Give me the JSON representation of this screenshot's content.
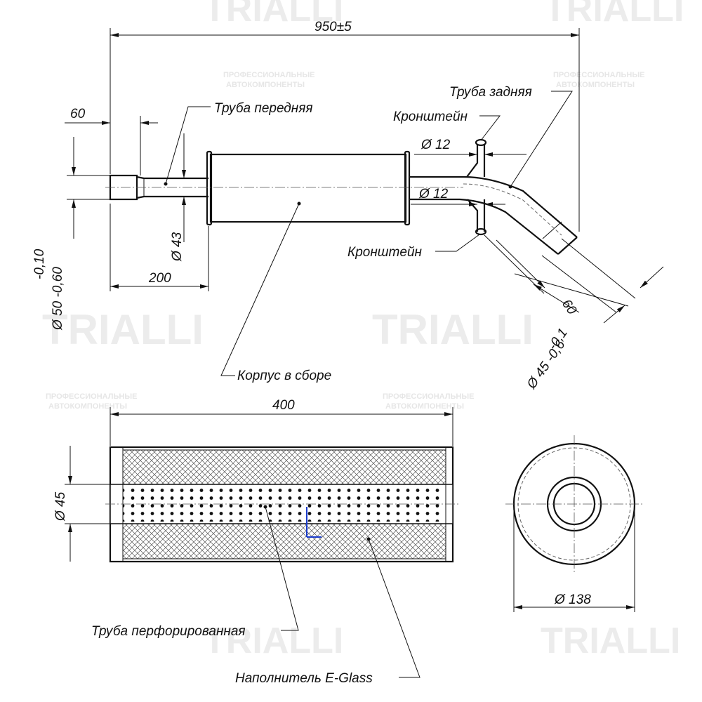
{
  "watermark": {
    "brand": "TRIALLI",
    "tagline_line1": "ПРОФЕССИОНАЛЬНЫЕ",
    "tagline_line2": "АВТОКОМПОНЕНТЫ"
  },
  "side_view": {
    "overall_length": "950±5",
    "front_pipe_length": "60",
    "front_pipe_label": "Труба передняя",
    "rear_pipe_label": "Труба задняя",
    "bracket_top_label": "Кронштейн",
    "bracket_bottom_label": "Кронштейн",
    "bracket_top_diameter": "Ø 12",
    "bracket_bottom_diameter": "Ø 12",
    "pipe_diameter": "Ø 43",
    "inlet_tolerance": "-0,10",
    "inlet_diameter": "Ø 50 -0,60",
    "body_offset": "200",
    "outlet_length": "60",
    "outlet_tolerance": "-0,1",
    "outlet_diameter": "Ø 45 -0,6",
    "body_label": "Корпус в сборе"
  },
  "section_view": {
    "body_length": "400",
    "perforated_diameter": "Ø 45",
    "perforated_label": "Труба  перфорированная",
    "filler_label": "Наполнитель E-Glass"
  },
  "end_view": {
    "body_diameter": "Ø 138"
  }
}
